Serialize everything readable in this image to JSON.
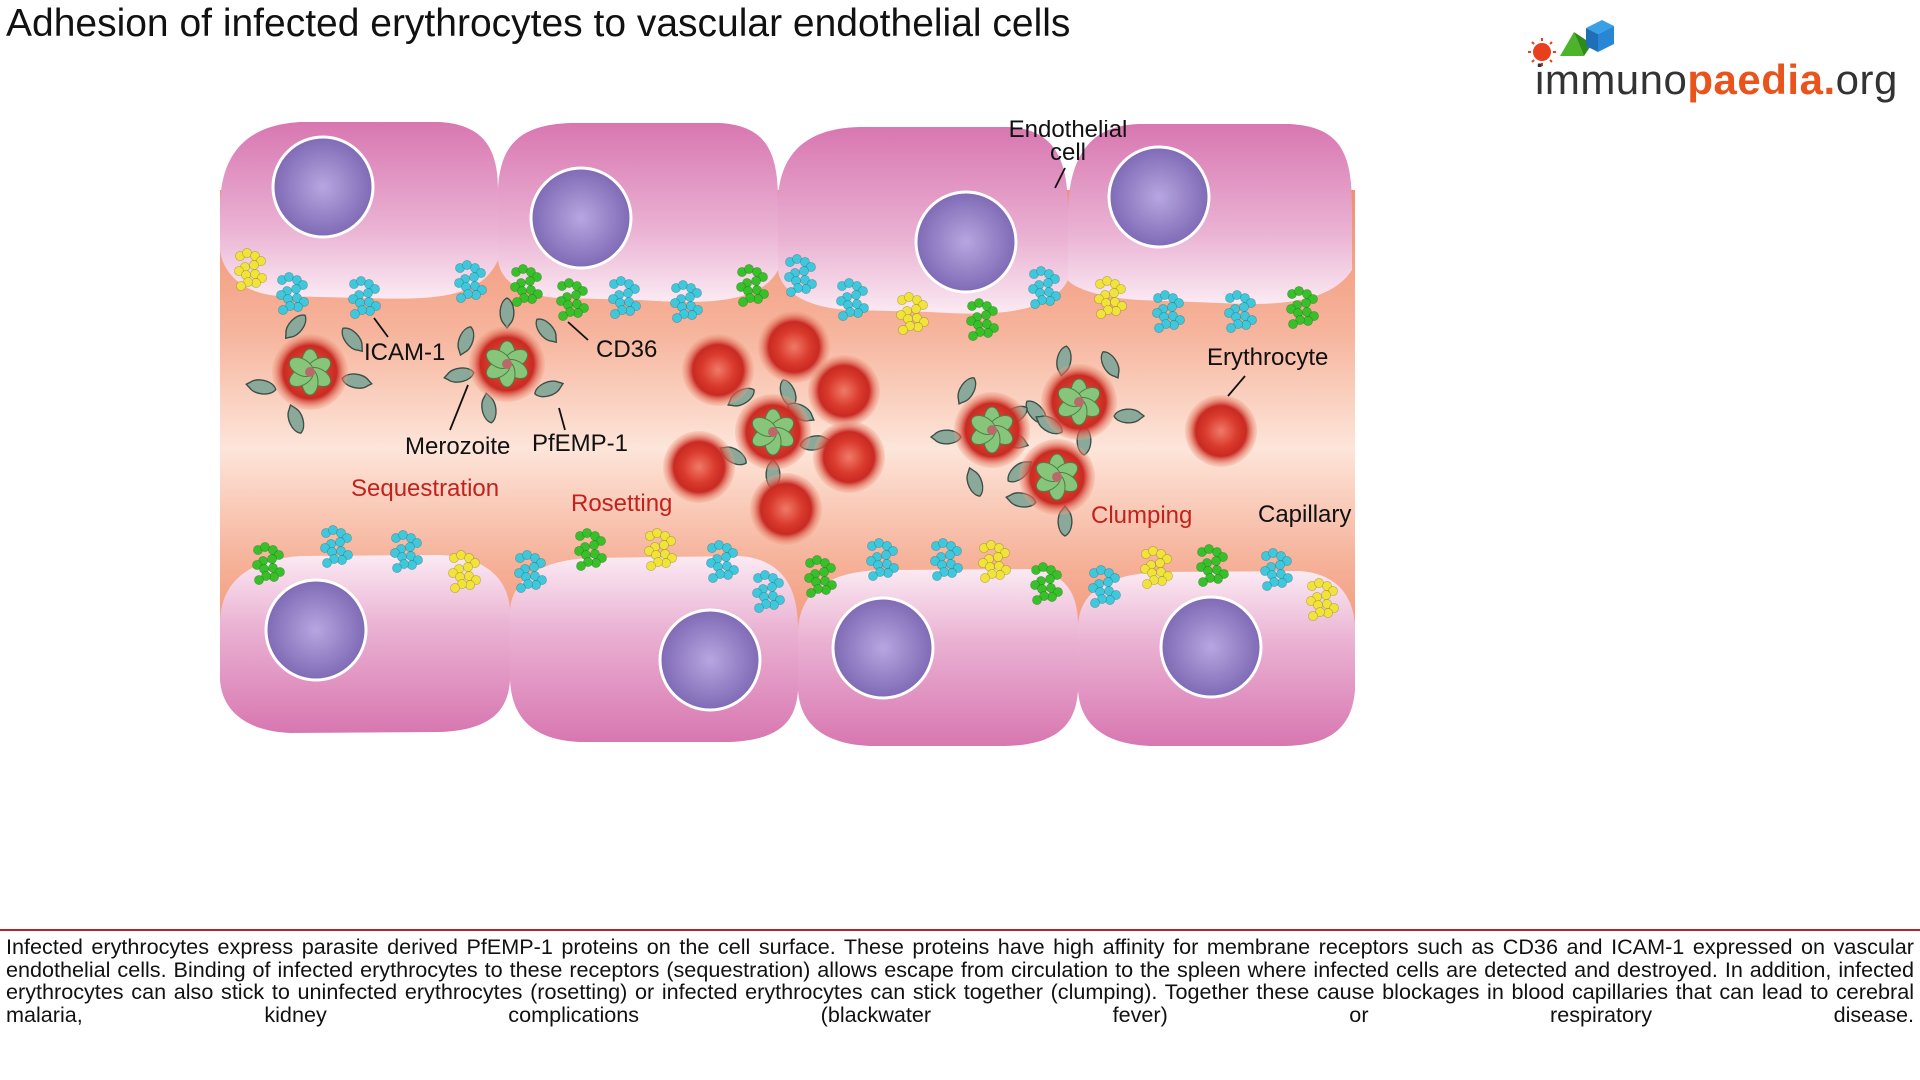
{
  "title": "Adhesion of infected erythrocytes to vascular endothelial cells",
  "logo": {
    "part1": "immuno",
    "part2": "paedia.",
    "part3": "org"
  },
  "labels": {
    "endothelial_line1": "Endothelial",
    "endothelial_line2": "cell",
    "icam": "ICAM-1",
    "cd36": "CD36",
    "merozoite": "Merozoite",
    "pfemp": "PfEMP-1",
    "erythrocyte": "Erythrocyte",
    "capillary": "Capillary",
    "sequestration": "Sequestration",
    "rosetting": "Rosetting",
    "clumping": "Clumping"
  },
  "description": "Infected erythrocytes express parasite derived PfEMP-1 proteins on the cell surface. These proteins have high affinity for membrane receptors such as CD36 and ICAM-1 expressed on vascular endothelial cells. Binding of infected erythrocytes to these receptors (sequestration) allows escape from circulation to the spleen where infected cells are detected and destroyed. In addition, infected erythrocytes can also stick to uninfected erythrocytes (rosetting) or infected erythrocytes can stick together (clumping). Together these cause blockages in blood capillaries that can lead to cerebral malaria, kidney complications (blackwater fever) or respiratory disease.",
  "colors": {
    "endothelial": "#d97fb5",
    "nucleus": "#8e7bc1",
    "capillary": "#f2a488",
    "erythrocyte": "#cf2a22",
    "icam_receptor": "#3fc7dc",
    "cd36_receptor": "#38c02a",
    "other_receptor": "#f1e33a",
    "merozoite": "#8aa99a",
    "divider": "#b1252b"
  }
}
